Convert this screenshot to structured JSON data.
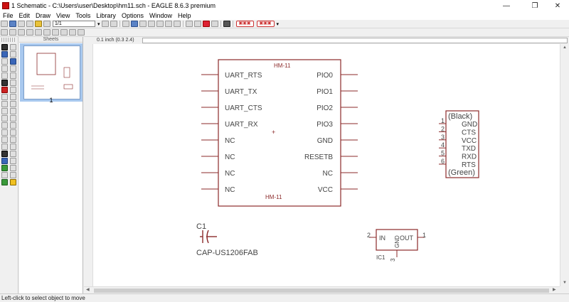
{
  "window": {
    "title": "1 Schematic - C:\\Users\\user\\Desktop\\hm11.sch - EAGLE 8.6.3 premium",
    "minimize": "—",
    "maximize": "❐",
    "close": "✕"
  },
  "menu": [
    "File",
    "Edit",
    "Draw",
    "View",
    "Tools",
    "Library",
    "Options",
    "Window",
    "Help"
  ],
  "toolbar": {
    "sheet_select": "1/1"
  },
  "sheets_panel": {
    "header": "Sheets",
    "sheet_number": "1"
  },
  "coord_readout": "0.1 inch (0.3 2.4)",
  "status_text": "Left-click to select object to move",
  "colors": {
    "schematic": "#8b2a2a",
    "selection": "#a8c8ee"
  },
  "schematic": {
    "hm11": {
      "name_top": "HM-11",
      "name_bottom": "HM-11",
      "left_pins": [
        "UART_RTS",
        "UART_TX",
        "UART_CTS",
        "UART_RX",
        "NC",
        "NC",
        "NC",
        "NC"
      ],
      "right_pins": [
        "PIO0",
        "PIO1",
        "PIO2",
        "PIO3",
        "GND",
        "RESETB",
        "NC",
        "VCC"
      ],
      "origin_mark": "+"
    },
    "connector": {
      "top_label": "(Black)",
      "bottom_label": "(Green)",
      "pin_numbers": [
        "1",
        "2",
        "3",
        "4",
        "5",
        "6"
      ],
      "pin_names": [
        "GND",
        "CTS",
        "VCC",
        "TXD",
        "RXD",
        "RTS"
      ]
    },
    "capacitor": {
      "name": "C1",
      "value": "CAP-US1206FAB"
    },
    "regulator": {
      "in_label": "IN",
      "out_label": "OUT",
      "gnd_label": "GND",
      "pin_in": "2",
      "pin_out": "1",
      "pin_gnd": "3",
      "name": "IC1"
    }
  }
}
